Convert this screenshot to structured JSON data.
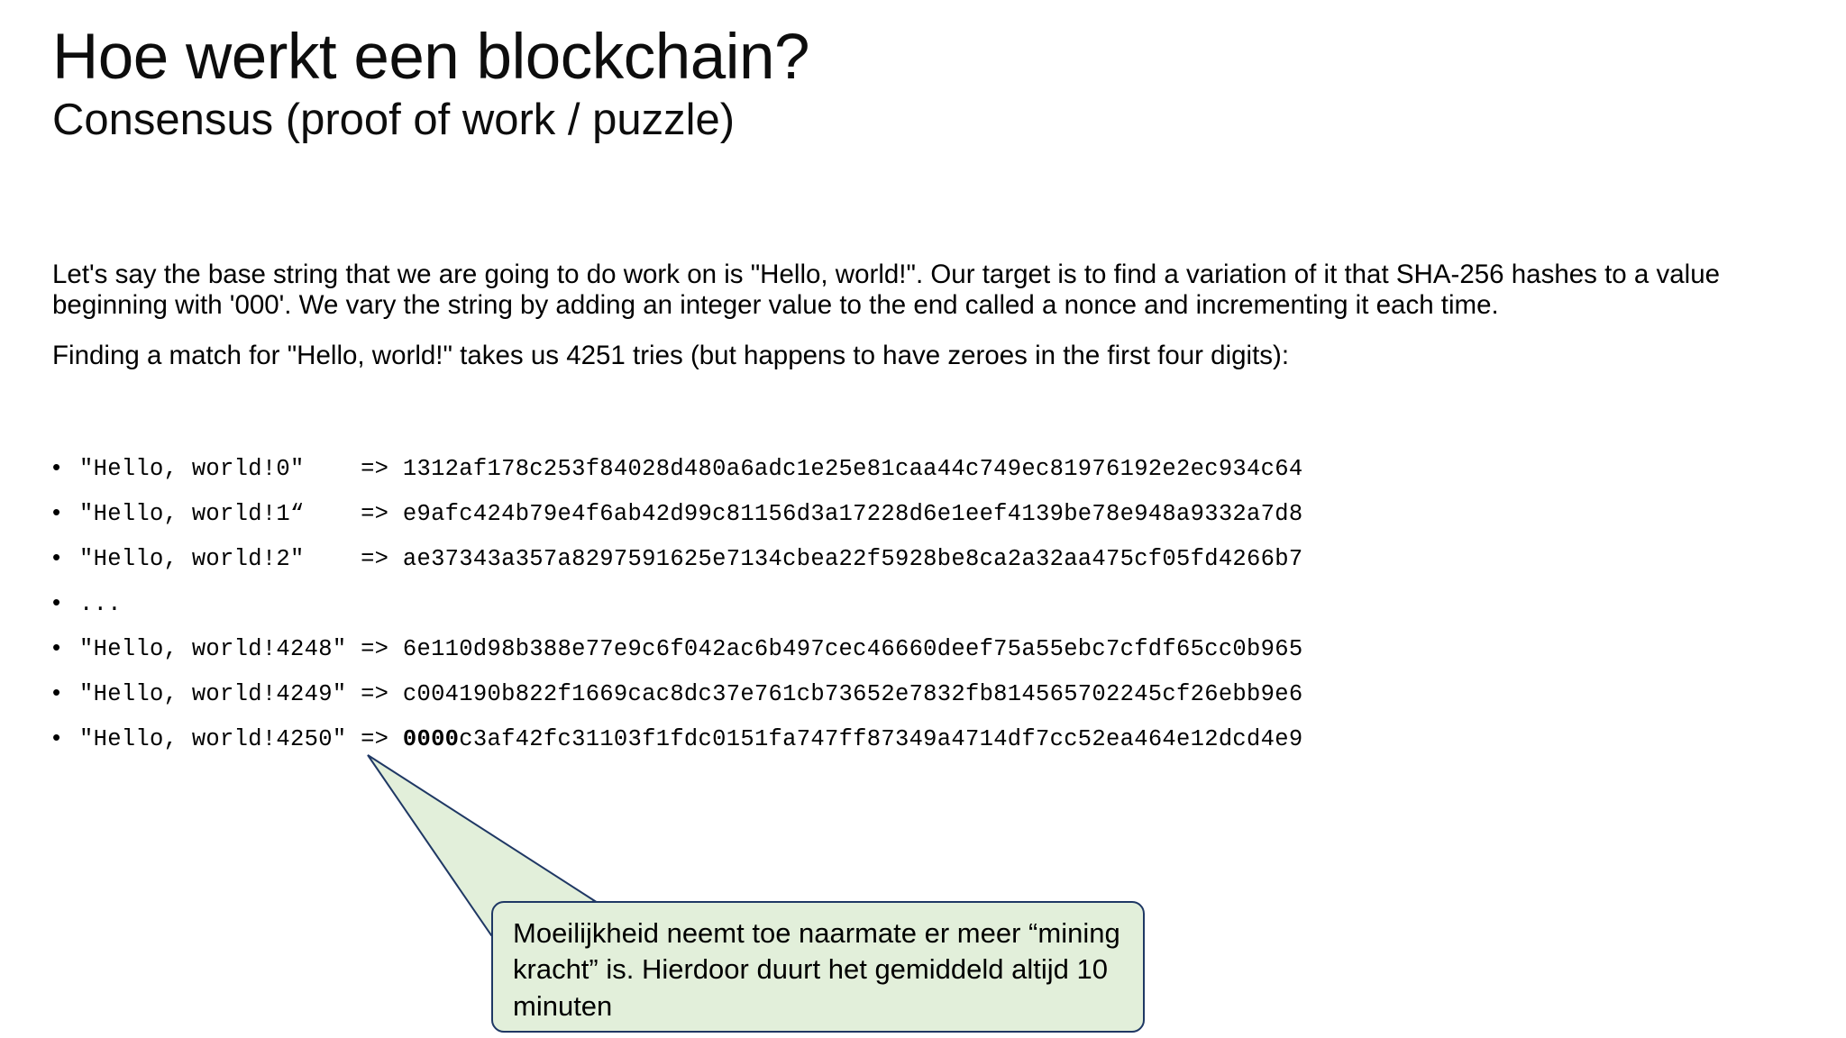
{
  "slide": {
    "title": "Hoe werkt een blockchain?",
    "subtitle": "Consensus (proof of work / puzzle)",
    "paragraph_1": "Let's say the base string that we are going to do work on is \"Hello, world!\". Our target is to find a variation of it that SHA-256 hashes to a value beginning with '000'. We vary the string by adding an integer value to the end called a nonce and incrementing it each time.",
    "paragraph_2": "Finding a match for \"Hello, world!\" takes us 4251 tries (but happens to have zeroes in the first four digits):",
    "bullet_glyph": "•",
    "hash_lines": [
      {
        "label": "\"Hello, world!0\"",
        "arrow": "=> ",
        "prefix": "",
        "hash": "1312af178c253f84028d480a6adc1e25e81caa44c749ec81976192e2ec934c64",
        "pad": "    "
      },
      {
        "label": "\"Hello, world!1“",
        "arrow": "=> ",
        "prefix": "",
        "hash": "e9afc424b79e4f6ab42d99c81156d3a17228d6e1eef4139be78e948a9332a7d8",
        "pad": "    "
      },
      {
        "label": "\"Hello, world!2\"",
        "arrow": "=> ",
        "prefix": "",
        "hash": "ae37343a357a8297591625e7134cbea22f5928be8ca2a32aa475cf05fd4266b7",
        "pad": "    "
      },
      {
        "label": "...",
        "arrow": "",
        "prefix": "",
        "hash": "",
        "pad": ""
      },
      {
        "label": "\"Hello, world!4248\"",
        "arrow": "=> ",
        "prefix": "",
        "hash": "6e110d98b388e77e9c6f042ac6b497cec46660deef75a55ebc7cfdf65cc0b965",
        "pad": " "
      },
      {
        "label": "\"Hello, world!4249\"",
        "arrow": "=> ",
        "prefix": "",
        "hash": "c004190b822f1669cac8dc37e761cb73652e7832fb814565702245cf26ebb9e6",
        "pad": " "
      },
      {
        "label": "\"Hello, world!4250\"",
        "arrow": "=> ",
        "prefix": "0000",
        "hash": "c3af42fc31103f1fdc0151fa747ff87349a4714df7cc52ea464e12dcd4e9",
        "pad": " "
      }
    ]
  },
  "callout": {
    "text": "Moeilijkheid neemt toe naarmate er meer “mining kracht” is. Hierdoor duurt het gemiddeld altijd 10 minuten",
    "fill_color": "#e2efda",
    "border_color": "#1f3864"
  }
}
